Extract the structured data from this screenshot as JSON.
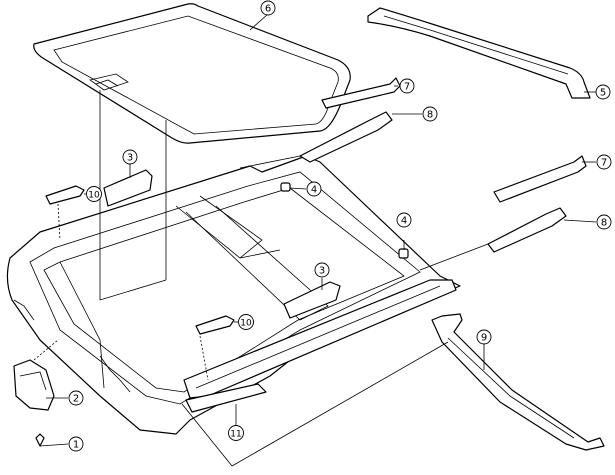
{
  "diagram": {
    "type": "exploded-parts-diagram",
    "subject": "sunroof assembly",
    "callouts": [
      "1",
      "2",
      "3",
      "3",
      "4",
      "4",
      "5",
      "6",
      "7",
      "7",
      "8",
      "8",
      "9",
      "10",
      "10",
      "11"
    ]
  }
}
